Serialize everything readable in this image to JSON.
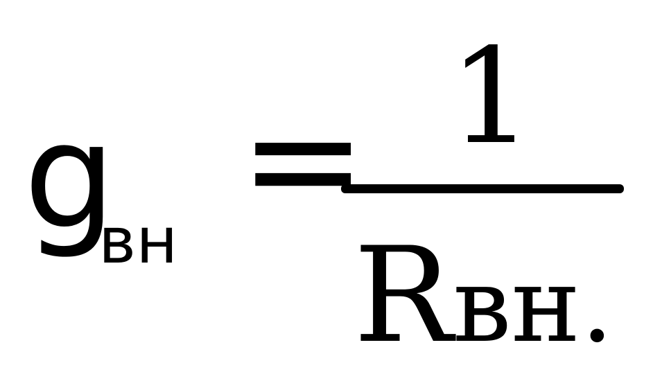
{
  "formula": {
    "lhs_symbol": "g",
    "lhs_subscript": "вн",
    "equals": "=",
    "numerator": "1",
    "denominator_main": "R",
    "denominator_rest": "вн."
  }
}
